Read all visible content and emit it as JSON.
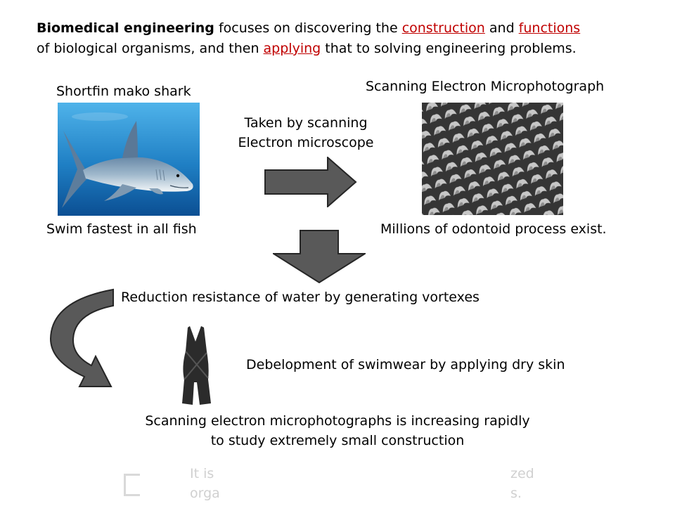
{
  "intro": {
    "bold": "Biomedical engineering",
    "t1": " focuses on discovering the ",
    "r1": "construction",
    "t2": " and ",
    "r2": "functions",
    "line2_a": "of biological organisms, and then ",
    "r3": "applying",
    "line2_b": " that to solving engineering problems."
  },
  "shark": {
    "title": "Shortfin mako shark",
    "caption": "Swim fastest in all fish"
  },
  "scan": {
    "line1": "Taken by scanning",
    "line2": "Electron microscope"
  },
  "sem": {
    "title": "Scanning Electron Microphotograph",
    "caption": "Millions of odontoid process exist."
  },
  "reduction": "Reduction resistance of water by generating vortexes",
  "swimwear": "Debelopment of swimwear by applying dry skin",
  "study": {
    "line1": "Scanning electron microphotographs is increasing rapidly",
    "line2": "to study extremely small construction"
  },
  "footer": {
    "line1": "It is",
    "line1_end": "zed",
    "line2": "orga",
    "line2_end": "s."
  },
  "colors": {
    "accent_red": "#c00000",
    "arrow_fill": "#595959",
    "water_blue": "#1f7fc4"
  },
  "icons": {
    "right_arrow": "right-arrow-icon",
    "down_arrow": "down-arrow-icon",
    "curved_arrow": "curved-arrow-icon"
  }
}
